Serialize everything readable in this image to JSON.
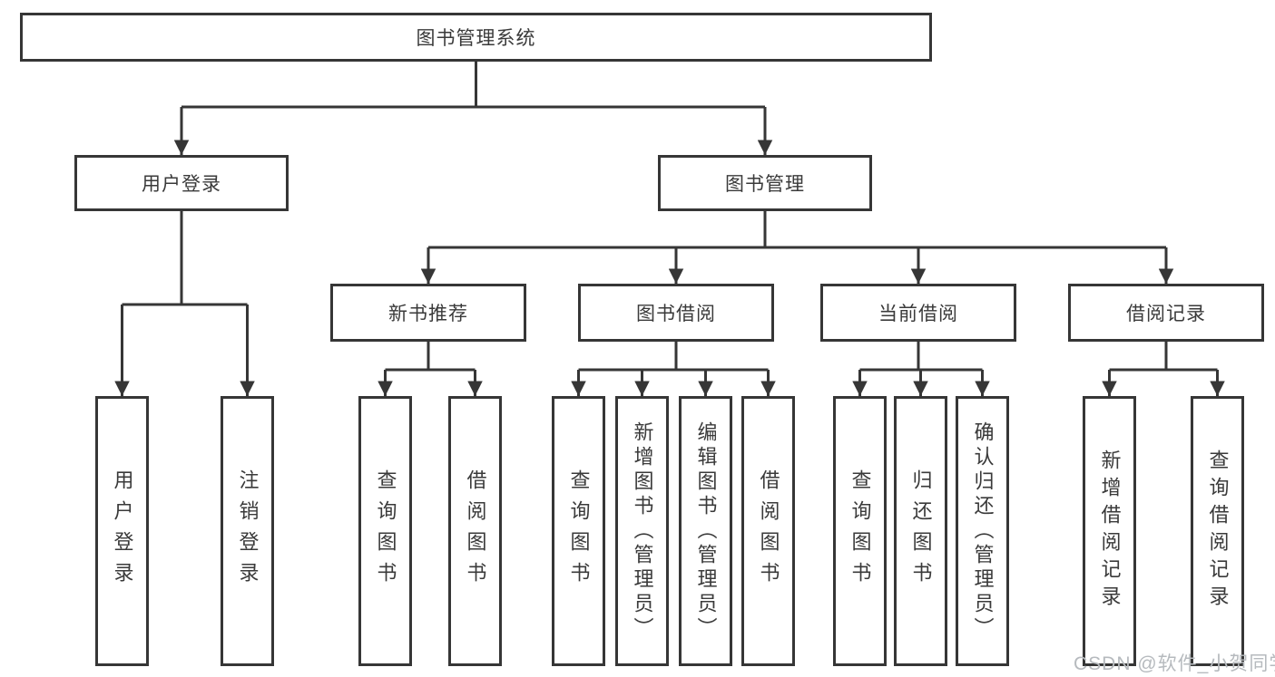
{
  "colors": {
    "line": "#363636",
    "text": "#3a3a3a",
    "background": "#ffffff",
    "watermark_text": "#b6babe"
  },
  "tree": {
    "root": {
      "label": "图书管理系统",
      "children": [
        {
          "label": "用户登录",
          "children": [
            {
              "label": "用户登录"
            },
            {
              "label": "注销登录"
            }
          ]
        },
        {
          "label": "图书管理",
          "children": [
            {
              "label": "新书推荐",
              "children": [
                {
                  "label": "查询图书"
                },
                {
                  "label": "借阅图书"
                }
              ]
            },
            {
              "label": "图书借阅",
              "children": [
                {
                  "label": "查询图书"
                },
                {
                  "label": "新增图书（管理员）"
                },
                {
                  "label": "编辑图书（管理员）"
                },
                {
                  "label": "借阅图书"
                }
              ]
            },
            {
              "label": "当前借阅",
              "children": [
                {
                  "label": "查询图书"
                },
                {
                  "label": "归还图书"
                },
                {
                  "label": "确认归还（管理员）"
                }
              ]
            },
            {
              "label": "借阅记录",
              "children": [
                {
                  "label": "新增借阅记录"
                },
                {
                  "label": "查询借阅记录"
                }
              ]
            }
          ]
        }
      ]
    }
  },
  "watermark": {
    "text": "CSDN @软件_小贺同学"
  }
}
